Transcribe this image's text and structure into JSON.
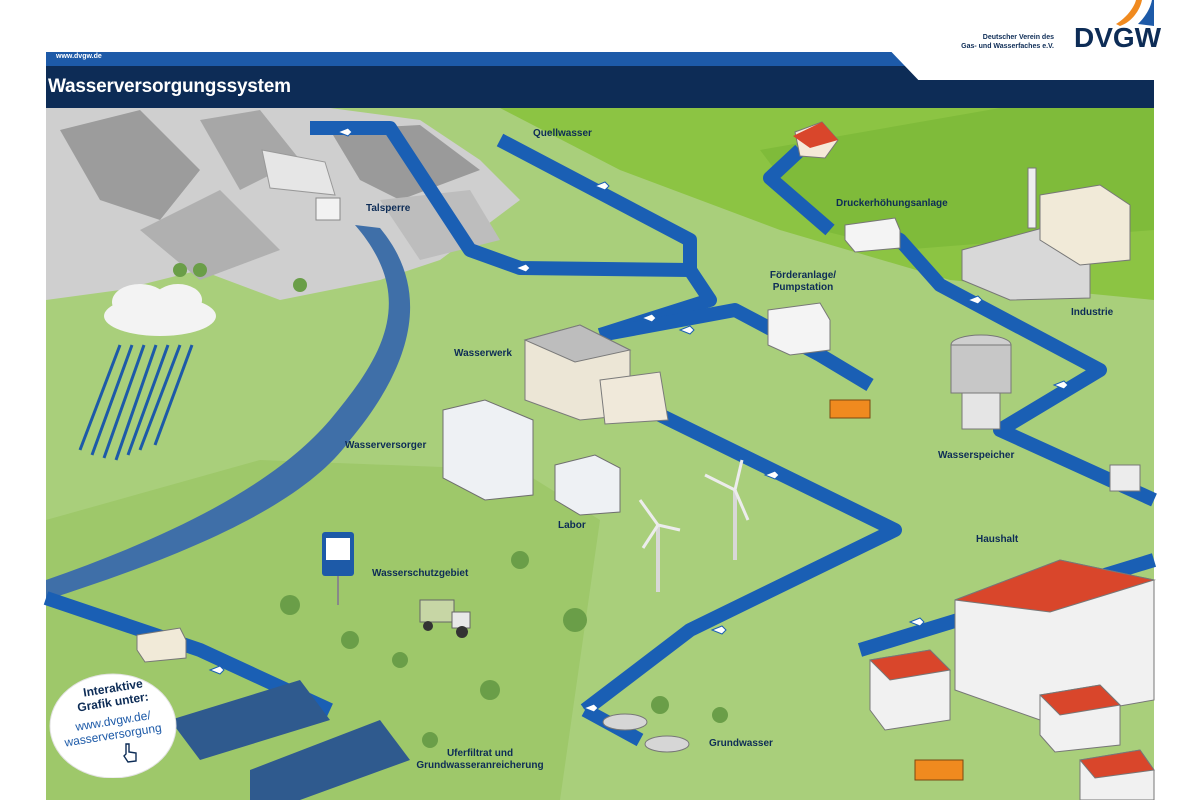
{
  "header": {
    "url": "www.dvgw.de",
    "title": "Wasserversorgungssystem",
    "association_line1": "Deutscher Verein des",
    "association_line2": "Gas- und Wasserfaches e.V.",
    "logo_text": "DVGW"
  },
  "labels": {
    "quellwasser": "Quellwasser",
    "talsperre": "Talsperre",
    "druckerhoehungsanlage": "Druckerhöhungsanlage",
    "foerderanlage_line1": "Förderanlage/",
    "foerderanlage_line2": "Pumpstation",
    "industrie": "Industrie",
    "wasserwerk": "Wasserwerk",
    "wasserversorger": "Wasserversorger",
    "wasserspeicher": "Wasserspeicher",
    "labor": "Labor",
    "haushalt": "Haushalt",
    "wasserschutzgebiet": "Wasserschutzgebiet",
    "grundwasser": "Grundwasser",
    "uferfiltrat_line1": "Uferfiltrat und",
    "uferfiltrat_line2": "Grundwasseranreicherung"
  },
  "promo": {
    "line1": "Interaktive",
    "line2": "Grafik unter:",
    "link1": "www.dvgw.de/",
    "link2": "wasserversorgung"
  },
  "colors": {
    "pipe": "#1a5fb4",
    "navy": "#0d2c56",
    "grass": "#a9cf7b",
    "grass_dark": "#8cbd4a",
    "rock": "#b5b5b5",
    "river": "#3f6fa8",
    "roof": "#d9462b"
  }
}
